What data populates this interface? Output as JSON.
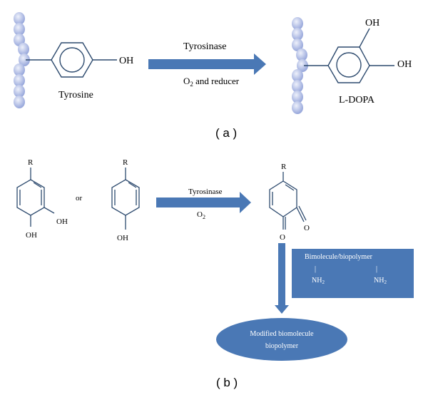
{
  "panel_a": {
    "left_label": "Tyrosine",
    "left_group": "OH",
    "arrow_top": "Tyrosinase",
    "arrow_bottom_pre": "O",
    "arrow_bottom_sub": "2",
    "arrow_bottom_post": " and reducer",
    "right_label": "L-DOPA",
    "right_group_top": "OH",
    "right_group_side": "OH",
    "caption": "( a )"
  },
  "panel_b": {
    "r_label": "R",
    "catechol_oh_right": "OH",
    "catechol_oh_bottom": "OH",
    "or_text": "or",
    "phenol_r": "R",
    "phenol_oh": "OH",
    "arrow_top": "Tyrosinase",
    "arrow_bottom_pre": "O",
    "arrow_bottom_sub": "2",
    "quinone_r": "R",
    "quinone_o_right": "O",
    "quinone_o_bottom": "O",
    "box_title": "Bimolecule/biopolymer",
    "box_bar": "|",
    "box_nh_pre": "NH",
    "box_nh_sub": "2",
    "ellipse_line1": "Modified biomolecule",
    "ellipse_line2": "biopolymer",
    "caption": "( b )"
  },
  "colors": {
    "arrow_blue": "#4a78b5",
    "bead_light": "#d9e0f5",
    "bead_dark": "#8fa0d8",
    "ring_stroke": "#2d4a6e",
    "text_white": "#ffffff"
  }
}
